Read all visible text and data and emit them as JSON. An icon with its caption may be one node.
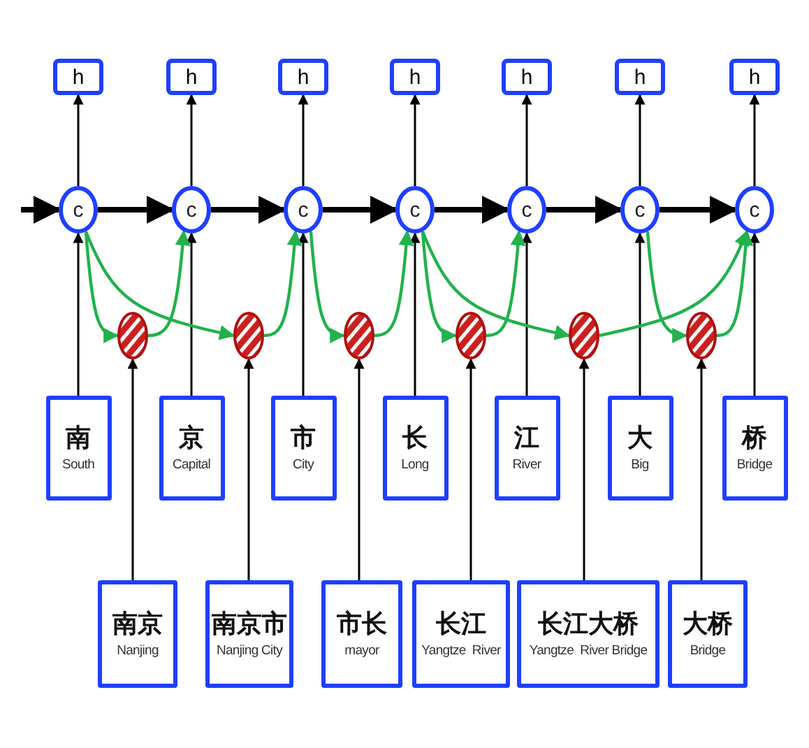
{
  "diagram": {
    "nodes": [
      {
        "text": [
          "h"
        ]
      },
      {
        "text": [
          "h"
        ]
      },
      {
        "text": [
          "h"
        ]
      },
      {
        "text": [
          "h"
        ]
      },
      {
        "text": [
          "h"
        ]
      },
      {
        "text": [
          "h"
        ]
      },
      {
        "text": [
          "h"
        ]
      },
      {
        "text": [
          "c"
        ]
      },
      {
        "text": [
          "c"
        ]
      },
      {
        "text": [
          "c"
        ]
      },
      {
        "text": [
          "c"
        ]
      },
      {
        "text": [
          "c"
        ]
      },
      {
        "text": [
          "c"
        ]
      },
      {
        "text": [
          "c"
        ]
      },
      {
        "text": [],
        "shape": "circle"
      },
      {
        "text": [],
        "shape": "circle"
      },
      {
        "text": [],
        "shape": "circle"
      },
      {
        "text": [],
        "shape": "circle"
      },
      {
        "text": [],
        "shape": "circle"
      },
      {
        "text": [],
        "shape": "circle"
      },
      {
        "text": [
          "南",
          "South"
        ]
      },
      {
        "text": [
          "京",
          "Capital"
        ]
      },
      {
        "text": [
          "市",
          "City"
        ]
      },
      {
        "text": [
          "长",
          "Long"
        ]
      },
      {
        "text": [
          "江",
          "River"
        ]
      },
      {
        "text": [
          "大",
          "Big"
        ]
      },
      {
        "text": [
          "桥",
          "Bridge"
        ]
      },
      {
        "text": [
          "南京",
          "Nanjing"
        ]
      },
      {
        "text": [
          "南京市",
          "Nanjing City"
        ]
      },
      {
        "text": [
          "市长",
          "mayor"
        ]
      },
      {
        "text": [
          "长江",
          "Yangtze  River"
        ]
      },
      {
        "text": [
          "长江大桥",
          "Yangtze  River Bridge"
        ]
      },
      {
        "text": [
          "大桥",
          "Bridge"
        ]
      }
    ],
    "edges": [
      {
        "from": 7,
        "to": 0,
        "arrow": "to"
      },
      {
        "from": 8,
        "to": 1,
        "arrow": "to"
      },
      {
        "from": 9,
        "to": 2,
        "arrow": "to"
      },
      {
        "from": 10,
        "to": 3,
        "arrow": "to"
      },
      {
        "from": 11,
        "to": 4,
        "arrow": "to"
      },
      {
        "from": 12,
        "to": 5,
        "arrow": "to"
      },
      {
        "from": 13,
        "to": 6,
        "arrow": "to"
      },
      {
        "from": null,
        "to": 7,
        "arrow": "to",
        "style": "thick"
      },
      {
        "from": 7,
        "to": 8,
        "arrow": "to",
        "style": "thick"
      },
      {
        "from": 8,
        "to": 9,
        "arrow": "to",
        "style": "thick"
      },
      {
        "from": 9,
        "to": 10,
        "arrow": "to",
        "style": "thick"
      },
      {
        "from": 10,
        "to": 11,
        "arrow": "to",
        "style": "thick"
      },
      {
        "from": 11,
        "to": 12,
        "arrow": "to",
        "style": "thick"
      },
      {
        "from": 12,
        "to": 13,
        "arrow": "to",
        "style": "thick"
      },
      {
        "from": 20,
        "to": 7,
        "arrow": "to"
      },
      {
        "from": 21,
        "to": 8,
        "arrow": "to"
      },
      {
        "from": 22,
        "to": 9,
        "arrow": "to"
      },
      {
        "from": 23,
        "to": 10,
        "arrow": "to"
      },
      {
        "from": 24,
        "to": 11,
        "arrow": "to"
      },
      {
        "from": 25,
        "to": 12,
        "arrow": "to"
      },
      {
        "from": 26,
        "to": 13,
        "arrow": "to"
      },
      {
        "from": 27,
        "to": 14,
        "arrow": "to"
      },
      {
        "from": 28,
        "to": 15,
        "arrow": "to"
      },
      {
        "from": 29,
        "to": 16,
        "arrow": "to"
      },
      {
        "from": 30,
        "to": 17,
        "arrow": "to"
      },
      {
        "from": 31,
        "to": 18,
        "arrow": "to"
      },
      {
        "from": 32,
        "to": 19,
        "arrow": "to"
      },
      {
        "from": 7,
        "to": 14,
        "arrow": "to",
        "color": "#22b14c"
      },
      {
        "from": 14,
        "to": 8,
        "arrow": "to",
        "color": "#22b14c"
      },
      {
        "from": 7,
        "to": 15,
        "arrow": "to",
        "color": "#22b14c"
      },
      {
        "from": 15,
        "to": 9,
        "arrow": "to",
        "color": "#22b14c"
      },
      {
        "from": 9,
        "to": 16,
        "arrow": "to",
        "color": "#22b14c"
      },
      {
        "from": 16,
        "to": 10,
        "arrow": "to",
        "color": "#22b14c"
      },
      {
        "from": 10,
        "to": 17,
        "arrow": "to",
        "color": "#22b14c"
      },
      {
        "from": 17,
        "to": 11,
        "arrow": "to",
        "color": "#22b14c"
      },
      {
        "from": 10,
        "to": 18,
        "arrow": "to",
        "color": "#22b14c"
      },
      {
        "from": 18,
        "to": 13,
        "arrow": "to",
        "color": "#22b14c"
      },
      {
        "from": 12,
        "to": 19,
        "arrow": "to",
        "color": "#22b14c"
      },
      {
        "from": 19,
        "to": 13,
        "arrow": "to",
        "color": "#22b14c"
      }
    ]
  }
}
